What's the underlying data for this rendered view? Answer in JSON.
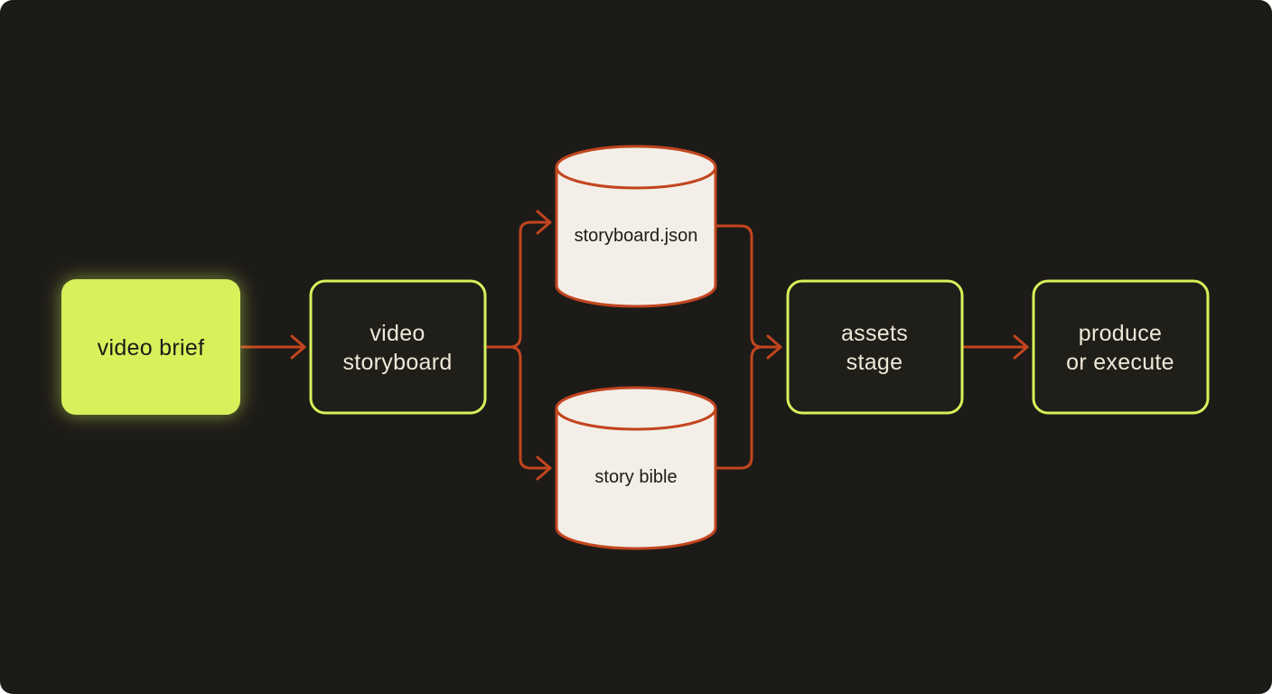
{
  "colors": {
    "background": "#1d1b17",
    "accent_green": "#d8f05a",
    "node_fill": "#1f1e19",
    "node_text": "#efe8d8",
    "highlight_text": "#1d1b17",
    "arrow": "#c2451f",
    "db_fill": "#f3efe8",
    "db_text": "#1d1b17"
  },
  "nodes": {
    "brief": {
      "lines": [
        "video brief"
      ]
    },
    "storyboard": {
      "lines": [
        "video",
        "storyboard"
      ]
    },
    "assets": {
      "lines": [
        "assets",
        "stage"
      ]
    },
    "produce": {
      "lines": [
        "produce",
        "or execute"
      ]
    }
  },
  "stores": {
    "storyboard_json": {
      "label": "storyboard.json",
      "icon": "database-icon"
    },
    "story_bible": {
      "label": "story bible",
      "icon": "database-icon"
    }
  }
}
